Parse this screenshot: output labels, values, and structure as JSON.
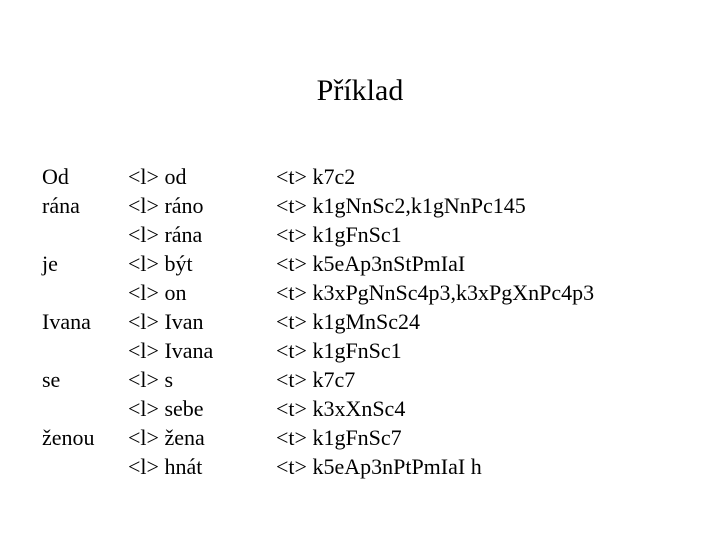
{
  "slide": {
    "title": "Příklad",
    "background_color": "#ffffff",
    "text_color": "#000000"
  },
  "table": {
    "lemma_open_tag": "<l>",
    "tag_open_tag": "<t>",
    "rows": [
      {
        "form": "Od",
        "lemma": "od",
        "tag": "k7c2"
      },
      {
        "form": "rána",
        "lemma": "ráno",
        "tag": "k1gNnSc2,k1gNnPc145"
      },
      {
        "form": "",
        "lemma": "rána",
        "tag": "k1gFnSc1"
      },
      {
        "form": "je",
        "lemma": "být",
        "tag": "k5eAp3nStPmIaI"
      },
      {
        "form": "",
        "lemma": "on",
        "tag": "k3xPgNnSc4p3,k3xPgXnPc4p3"
      },
      {
        "form": "Ivana",
        "lemma": "Ivan",
        "tag": "k1gMnSc24"
      },
      {
        "form": "",
        "lemma": "Ivana",
        "tag": "k1gFnSc1"
      },
      {
        "form": "se",
        "lemma": "s",
        "tag": "k7c7"
      },
      {
        "form": "",
        "lemma": "sebe",
        "tag": "k3xXnSc4"
      },
      {
        "form": "ženou",
        "lemma": "žena",
        "tag": "k1gFnSc7"
      },
      {
        "form": "",
        "lemma": "hnát",
        "tag": "k5eAp3nPtPmIaI h"
      }
    ]
  }
}
